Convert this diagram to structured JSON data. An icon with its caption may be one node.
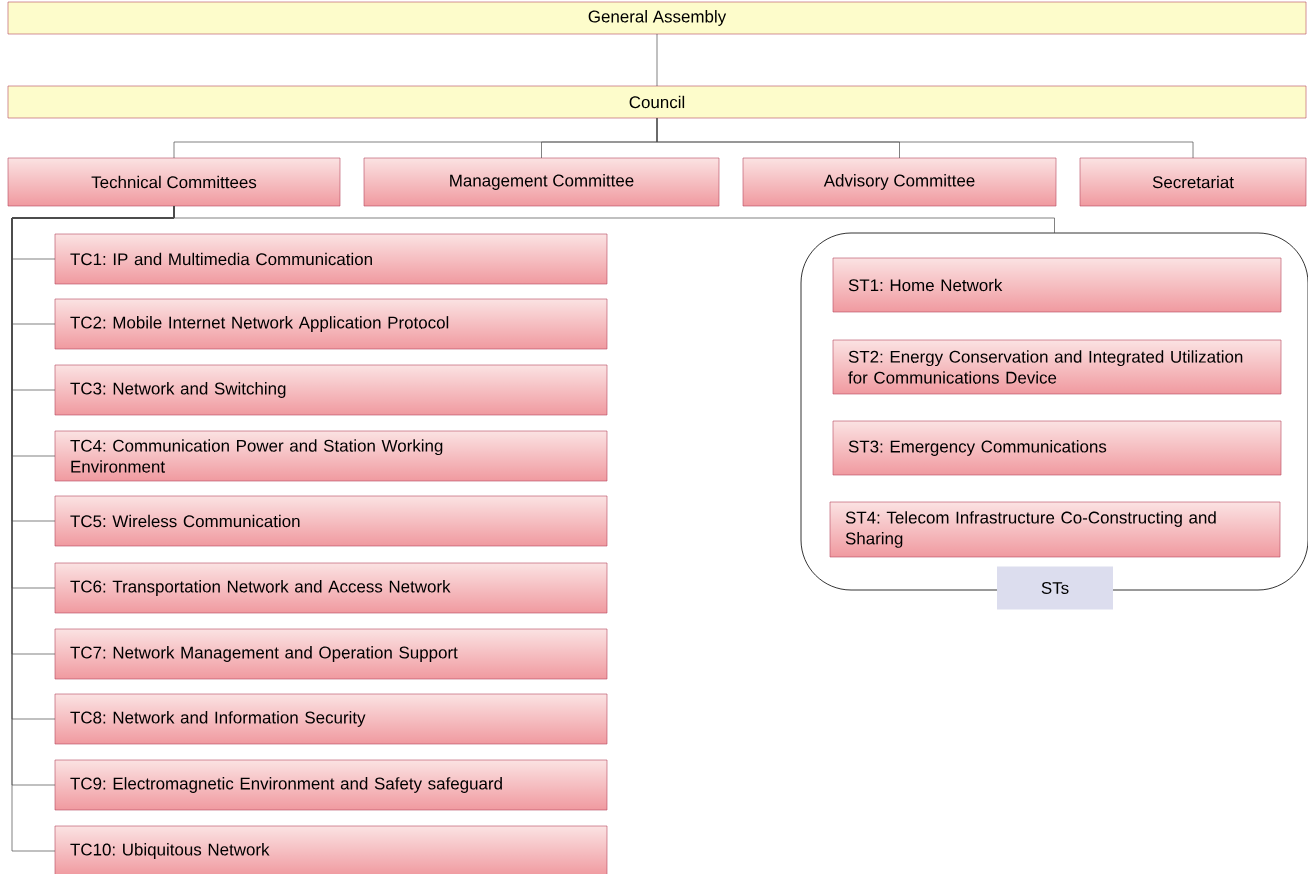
{
  "diagram": {
    "nodes": [
      {
        "text": [
          "General Assembly"
        ]
      },
      {
        "text": [
          "Council"
        ]
      },
      {
        "text": [
          "Technical Committees"
        ]
      },
      {
        "text": [
          "Management Committee"
        ]
      },
      {
        "text": [
          "Advisory Committee"
        ]
      },
      {
        "text": [
          "Secretariat"
        ]
      },
      {
        "text": [
          "TC1: IP and Multimedia Communication"
        ]
      },
      {
        "text": [
          "TC2: Mobile Internet Network Application Protocol"
        ]
      },
      {
        "text": [
          "TC3: Network and Switching"
        ]
      },
      {
        "text": [
          "TC4: Communication Power and Station Working Environment"
        ]
      },
      {
        "text": [
          "TC5: Wireless Communication"
        ]
      },
      {
        "text": [
          "TC6: Transportation Network and Access Network"
        ]
      },
      {
        "text": [
          "TC7: Network Management and Operation Support"
        ]
      },
      {
        "text": [
          "TC8: Network and Information Security"
        ]
      },
      {
        "text": [
          "TC9: Electromagnetic Environment and Safety safeguard"
        ]
      },
      {
        "text": [
          "TC10: Ubiquitous Network"
        ]
      },
      {
        "text": [
          "STs"
        ]
      },
      {
        "text": [
          "ST1: Home Network"
        ],
        "in": 16
      },
      {
        "text": [
          "ST2: Energy Conservation and Integrated Utilization for Communications Device"
        ],
        "in": 16
      },
      {
        "text": [
          "ST3: Emergency Communications"
        ],
        "in": 16
      },
      {
        "text": [
          "ST4: Telecom Infrastructure Co-Constructing and Sharing"
        ],
        "in": 16
      }
    ],
    "edges": [
      {
        "from": 0,
        "to": 1,
        "arrow": "none"
      },
      {
        "from": 1,
        "to": 2,
        "arrow": "none"
      },
      {
        "from": 1,
        "to": 3,
        "arrow": "none"
      },
      {
        "from": 1,
        "to": 4,
        "arrow": "none"
      },
      {
        "from": 1,
        "to": 5,
        "arrow": "none"
      },
      {
        "from": 2,
        "to": 6,
        "arrow": "none"
      },
      {
        "from": 2,
        "to": 7,
        "arrow": "none"
      },
      {
        "from": 2,
        "to": 8,
        "arrow": "none"
      },
      {
        "from": 2,
        "to": 9,
        "arrow": "none"
      },
      {
        "from": 2,
        "to": 10,
        "arrow": "none"
      },
      {
        "from": 2,
        "to": 11,
        "arrow": "none"
      },
      {
        "from": 2,
        "to": 12,
        "arrow": "none"
      },
      {
        "from": 2,
        "to": 13,
        "arrow": "none"
      },
      {
        "from": 2,
        "to": 14,
        "arrow": "none"
      },
      {
        "from": 2,
        "to": 15,
        "arrow": "none"
      },
      {
        "from": 2,
        "to": 16,
        "arrow": "none"
      }
    ]
  }
}
